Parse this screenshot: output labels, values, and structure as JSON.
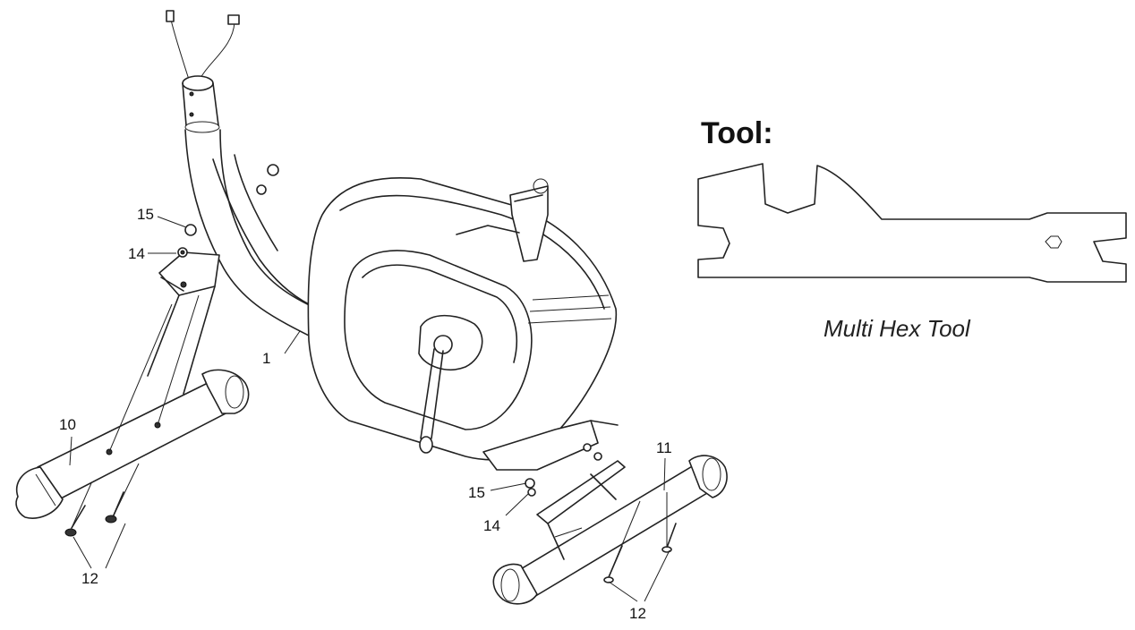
{
  "tool": {
    "title": "Tool:",
    "caption": "Multi Hex Tool"
  },
  "callouts": {
    "frame": "1",
    "front_stabilizer": "10",
    "rear_stabilizer": "11",
    "bolt_left": "12",
    "bolt_right": "12",
    "washer_left": "14",
    "washer_right": "14",
    "nut_left": "15",
    "nut_right": "15"
  }
}
